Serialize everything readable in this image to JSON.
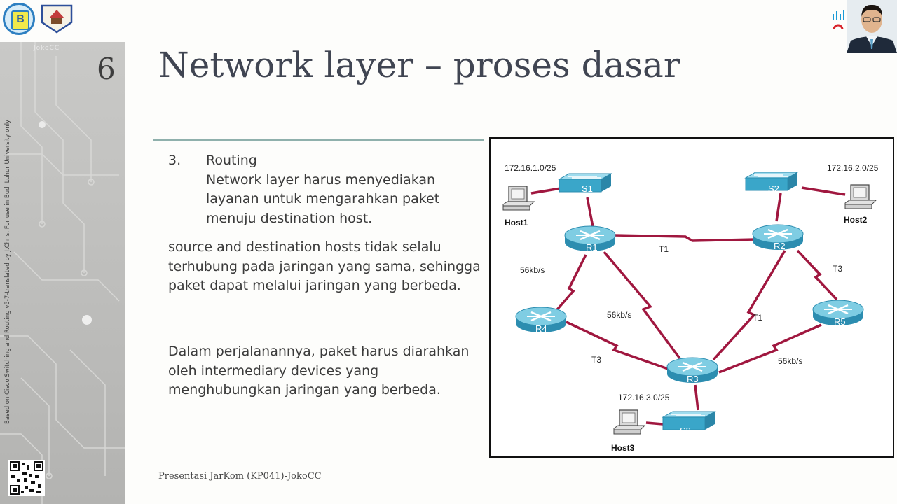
{
  "slide": {
    "number": "6",
    "title": "Network layer – proses dasar",
    "vertical_note": "Based on Cisco Switching and Routing v5-7-translated by J.Chris. For use in Budi Luhur University only",
    "logo_watermark": "JokoCC",
    "footer": "Presentasi JarKom (KP041)-JokoCC"
  },
  "content": {
    "item_number": "3.",
    "item_title": "Routing",
    "item_body": "Network layer harus menyediakan layanan untuk mengarahkan paket menuju destination host.",
    "paragraph1": "source and destination hosts tidak selalu terhubung pada jaringan yang sama, sehingga paket dapat melalui jaringan yang berbeda.",
    "paragraph2": "Dalam perjalanannya, paket harus diarahkan oleh intermediary devices yang menghubungkan jaringan yang berbeda."
  },
  "diagram": {
    "networks": {
      "net1": "172.16.1.0/25",
      "net2": "172.16.2.0/25",
      "net3": "172.16.3.0/25"
    },
    "hosts": {
      "host1": "Host1",
      "host2": "Host2",
      "host3": "Host3"
    },
    "switches": {
      "s1": "S1",
      "s2": "S2",
      "s3": "S3"
    },
    "routers": {
      "r1": "R1",
      "r2": "R2",
      "r3": "R3",
      "r4": "R4",
      "r5": "R5"
    },
    "links": {
      "r1_r2": "T1",
      "r1_r4": "56kb/s",
      "r1_r3": "56kb/s",
      "r2_r3": "T1",
      "r2_r5": "T3",
      "r4_r3": "T3",
      "r5_r3": "56kb/s"
    },
    "colors": {
      "link": "#a0173f",
      "device": "#3fa9c7",
      "device_top": "#8fd4e6"
    }
  }
}
